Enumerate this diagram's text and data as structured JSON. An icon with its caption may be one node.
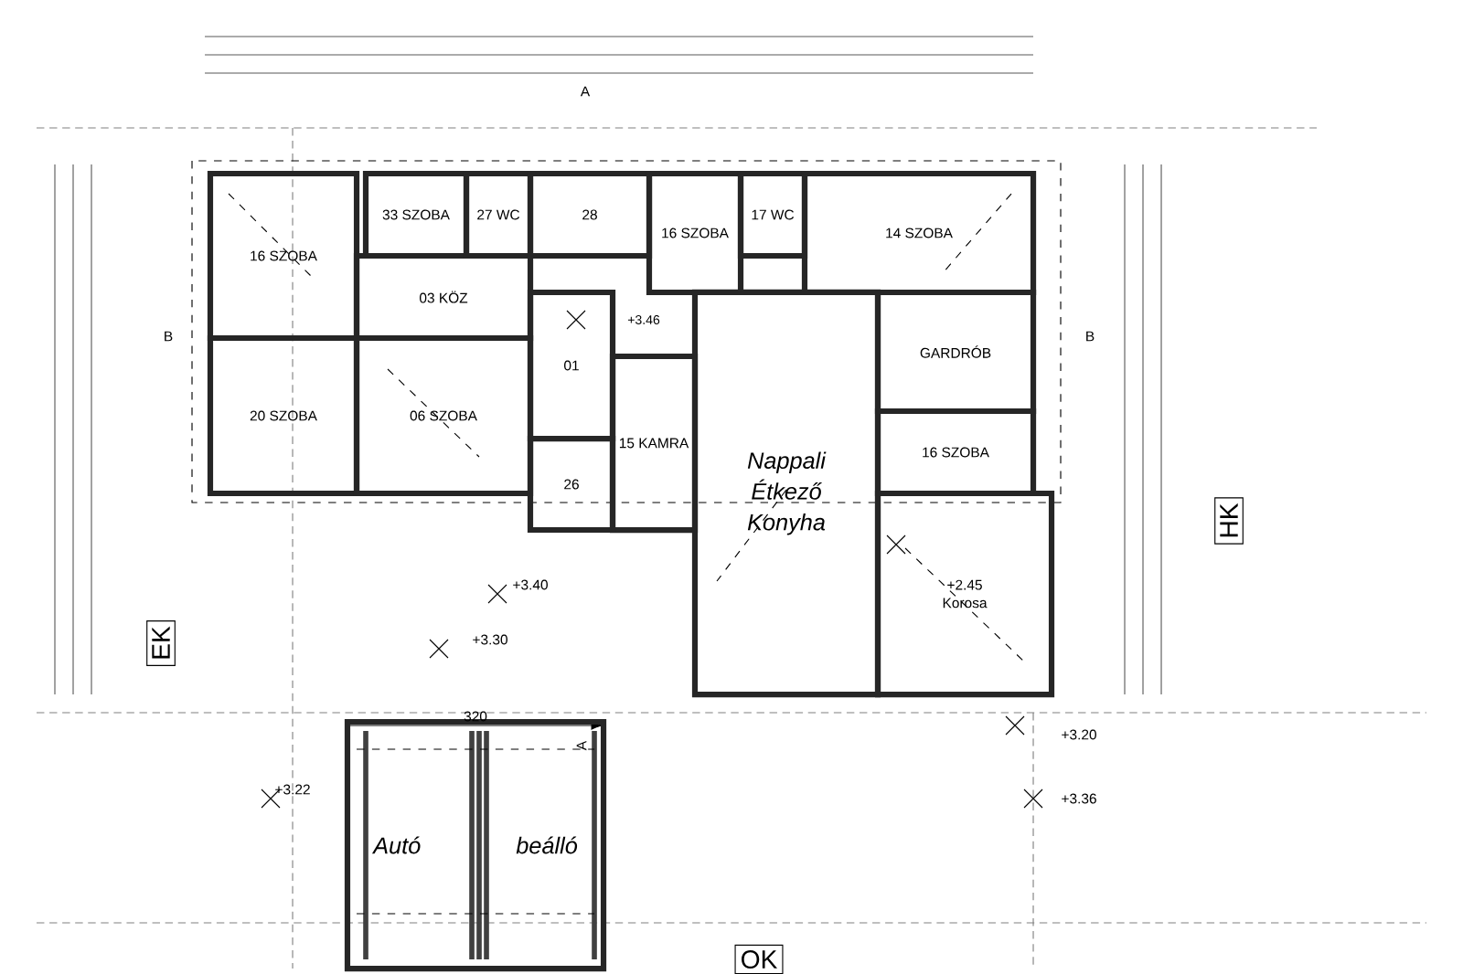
{
  "diagram": {
    "nodes": [
      {
        "text": [
          "16 SZOBA"
        ]
      },
      {
        "text": [
          "03 KÖZ"
        ]
      },
      {
        "text": [
          "33 SZOBA"
        ]
      },
      {
        "text": [
          "27 WC"
        ]
      },
      {
        "text": [
          "28"
        ]
      },
      {
        "text": [
          "16 SZOBA"
        ]
      },
      {
        "text": [
          "17 WC"
        ]
      },
      {
        "text": [
          "14 SZOBA"
        ]
      },
      {
        "text": [
          "20 SZOBA"
        ]
      },
      {
        "text": [
          "06 SZOBA"
        ]
      },
      {
        "text": [
          "01"
        ],
        "beside": [
          "+3.46"
        ]
      },
      {
        "text": [
          "15 KAMRA"
        ]
      },
      {
        "text": [
          "26"
        ]
      },
      {
        "text": [
          "Nappali",
          "Étkező",
          "Konyha"
        ]
      },
      {
        "text": [
          "GARDRÓB"
        ]
      },
      {
        "text": [
          "16 SZOBA"
        ]
      },
      {
        "text": [
          "+2.45",
          "Korosa"
        ]
      },
      {
        "text": [
          "Autó",
          "beálló"
        ]
      }
    ],
    "labels": [
      "A",
      "B",
      "B",
      "+3.40",
      "+3.30",
      "EK",
      "HK",
      "320",
      "A",
      "+3.22",
      "+3.20",
      "+3.36",
      "OK"
    ]
  }
}
